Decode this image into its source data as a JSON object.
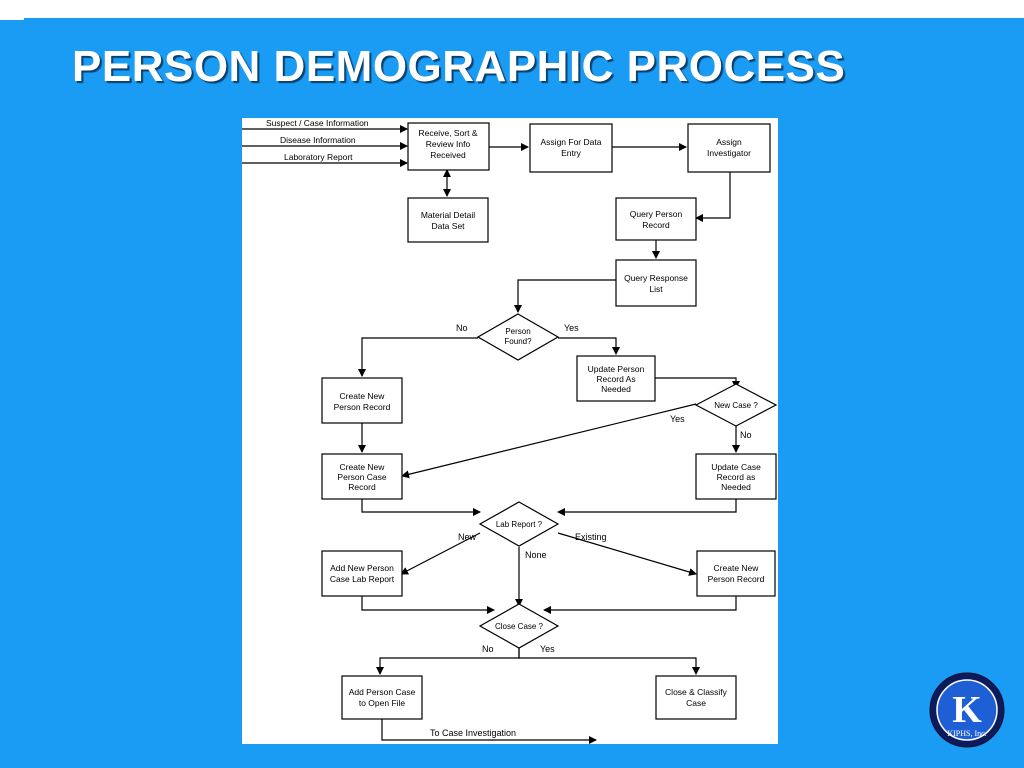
{
  "slide": {
    "title": "PERSON DEMOGRAPHIC PROCESS"
  },
  "inputs": [
    "Suspect / Case Information",
    "Disease Information",
    "Laboratory Report"
  ],
  "nodes": {
    "receive": [
      "Receive, Sort &",
      "Review Info",
      "Received"
    ],
    "assign_entry": [
      "Assign For Data",
      "Entry"
    ],
    "assign_investigator": [
      "Assign",
      "Investigator"
    ],
    "material_detail": [
      "Material Detail",
      "Data Set"
    ],
    "query_person": [
      "Query Person",
      "Record"
    ],
    "query_response": [
      "Query Response",
      "List"
    ],
    "person_found": [
      "Person",
      "Found?"
    ],
    "update_person": [
      "Update Person",
      "Record As",
      "Needed"
    ],
    "new_case": [
      "New Case ?"
    ],
    "create_person_record": [
      "Create New",
      "Person Record"
    ],
    "create_person_case": [
      "Create New",
      "Person Case",
      "Record"
    ],
    "update_case": [
      "Update Case",
      "Record as",
      "Needed"
    ],
    "lab_report": [
      "Lab Report ?"
    ],
    "add_lab_report": [
      "Add New Person",
      "Case Lab Report"
    ],
    "create_person_record_2": [
      "Create New",
      "Person Record"
    ],
    "close_case": [
      "Close Case ?"
    ],
    "add_open_file": [
      "Add Person Case",
      "to Open File"
    ],
    "close_classify": [
      "Close & Classify",
      "Case"
    ]
  },
  "edge_labels": {
    "found_no": "No",
    "found_yes": "Yes",
    "newcase_yes": "Yes",
    "newcase_no": "No",
    "lab_new": "New",
    "lab_existing": "Existing",
    "lab_none": "None",
    "close_no": "No",
    "close_yes": "Yes"
  },
  "footer": {
    "to_case_investigation": "To Case Investigation"
  },
  "logo": {
    "letter": "K",
    "caption": "KIPHS, Inc."
  },
  "colors": {
    "background_blue": "#1a9cf5",
    "title_text": "#ffffff",
    "logo_navy": "#0d1a5c"
  }
}
